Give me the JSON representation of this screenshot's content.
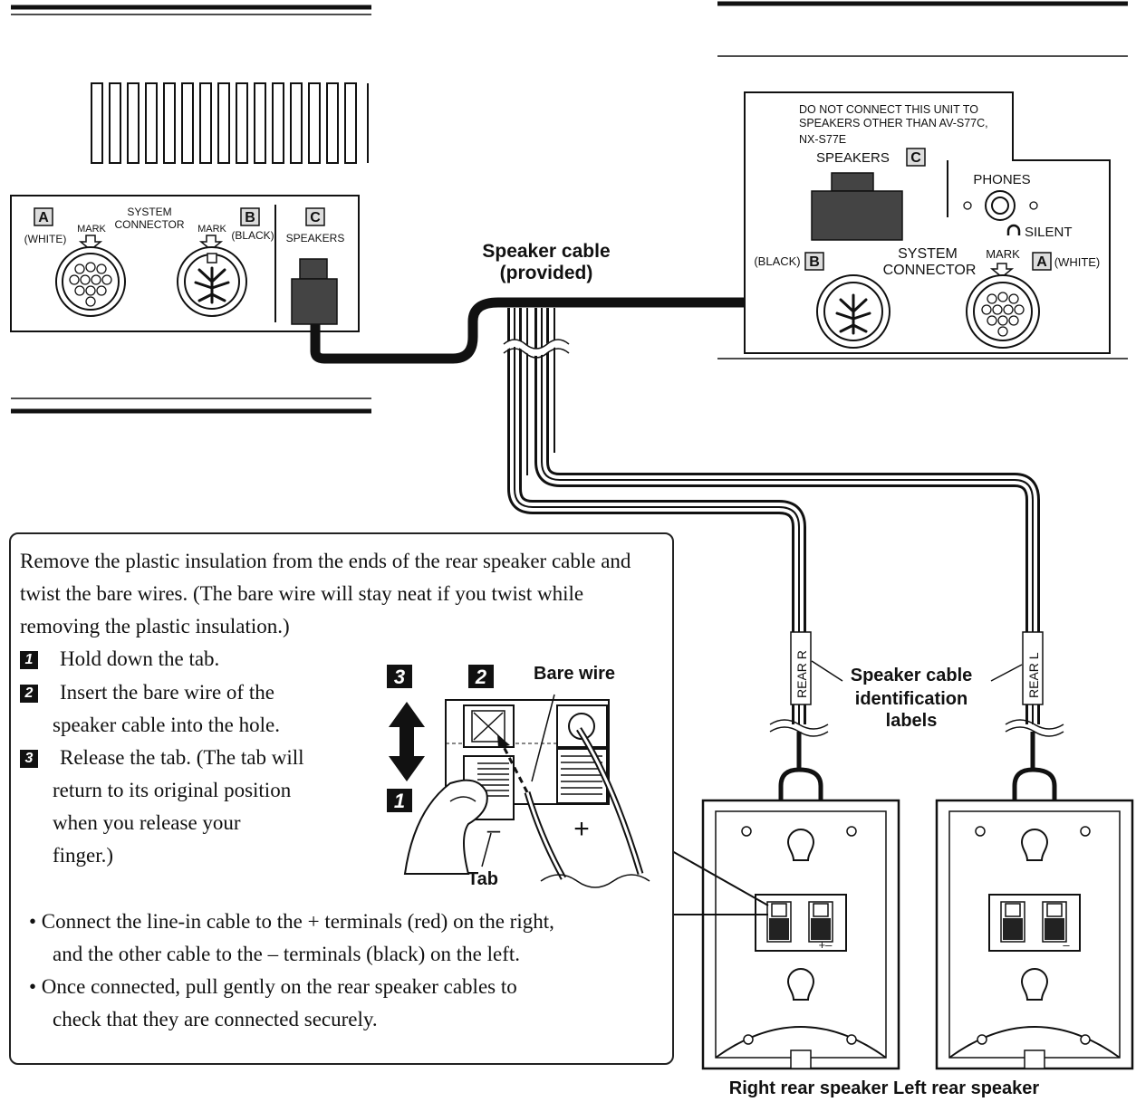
{
  "main_unit": {
    "label_a": "A",
    "label_white": "(WHITE)",
    "mark_left": "MARK",
    "system_connector_line1": "SYSTEM",
    "system_connector_line2": "CONNECTOR",
    "mark_right": "MARK",
    "label_b": "B",
    "label_black": "(BLACK)",
    "label_c": "C",
    "speakers": "SPEAKERS"
  },
  "speaker_cable": {
    "line1": "Speaker cable",
    "line2": "(provided)"
  },
  "subwoofer_panel": {
    "warning_line1": "DO NOT CONNECT THIS UNIT TO",
    "warning_line2": "SPEAKERS OTHER THAN AV-S77C,",
    "warning_line3": "NX-S77E",
    "speakers": "SPEAKERS",
    "label_c": "C",
    "phones": "PHONES",
    "silent": "SILENT",
    "label_black": "(BLACK)",
    "label_b": "B",
    "system_line1": "SYSTEM",
    "system_line2": "CONNECTOR",
    "mark": "MARK",
    "label_a": "A",
    "label_white": "(WHITE)"
  },
  "cable_labels": {
    "rear_r": "REAR R",
    "rear_l": "REAR L",
    "id_line1": "Speaker cable",
    "id_line2": "identification",
    "id_line3": "labels"
  },
  "instructions": {
    "intro": "Remove the plastic insulation from the ends of the rear speaker cable and twist the bare wires. (The bare wire will stay neat if you twist while removing the plastic insulation.)",
    "step1_num": "1",
    "step1": "Hold down the tab.",
    "step2_num": "2",
    "step2_a": "Insert the bare wire of the",
    "step2_b": "speaker cable into the hole.",
    "step3_num": "3",
    "step3_a": "Release the tab. (The tab will",
    "step3_b": "return to its original position",
    "step3_c": "when you release your",
    "step3_d": "finger.)",
    "bullet1_a": "• Connect the line-in cable to the + terminals (red) on the right,",
    "bullet1_b": "and the other cable to the – terminals (black) on the left.",
    "bullet2_a": "• Once connected, pull gently on the rear speaker cables to",
    "bullet2_b": "check that they are connected securely."
  },
  "terminal_detail": {
    "num3": "3",
    "num2": "2",
    "num1": "1",
    "bare_wire": "Bare wire",
    "minus": "–",
    "plus": "+",
    "tab": "Tab"
  },
  "speakers": {
    "right_polarity": "+–",
    "left_polarity": "–",
    "caption": "Right rear speaker Left rear speaker"
  }
}
